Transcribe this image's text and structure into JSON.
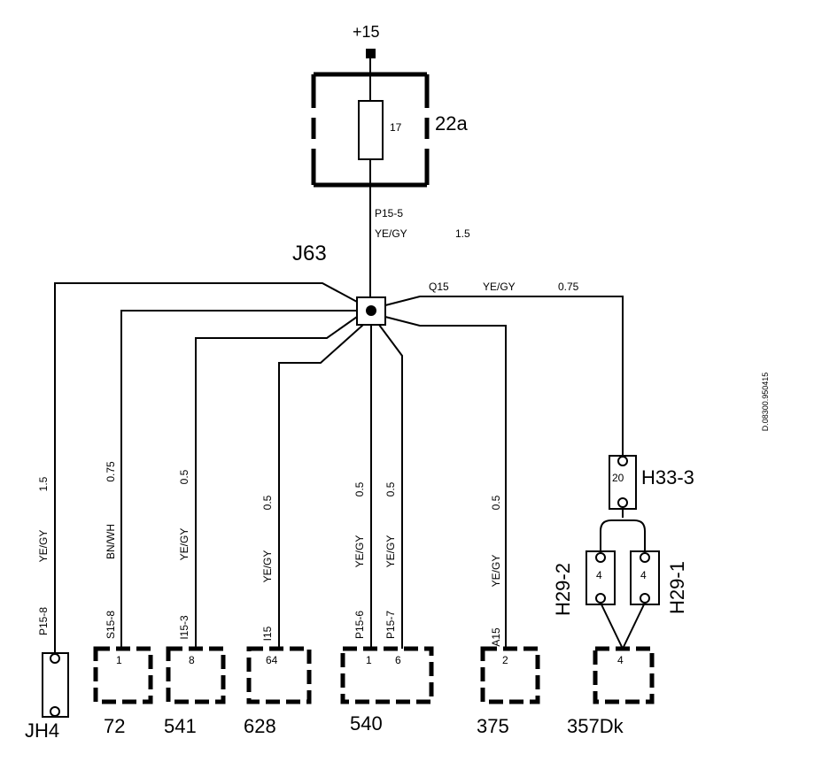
{
  "power": {
    "label": "+15"
  },
  "fuse": {
    "number": "17",
    "box_label": "22a"
  },
  "feed_wire": {
    "pin": "P15-5",
    "color": "YE/GY",
    "size": "1.5"
  },
  "junction": {
    "label": "J63"
  },
  "h33_wire": {
    "pin": "Q15",
    "color": "YE/GY",
    "size": "0.75"
  },
  "branches": [
    {
      "size": "1.5",
      "color": "YE/GY",
      "pin": "P15-8"
    },
    {
      "size": "0.75",
      "color": "BN/WH",
      "pin": "S15-8"
    },
    {
      "size": "0.5",
      "color": "YE/GY",
      "pin": "I15-3"
    },
    {
      "size": "0.5",
      "color": "YE/GY",
      "pin": "I15"
    },
    {
      "size": "0.5",
      "color": "YE/GY",
      "pin": "P15-6"
    },
    {
      "size": "0.5",
      "color": "YE/GY",
      "pin": "P15-7"
    },
    {
      "size": "0.5",
      "color": "YE/GY",
      "pin": "A15"
    }
  ],
  "connectors": {
    "jh4": {
      "name": "JH4"
    },
    "c72": {
      "name": "72",
      "pin": "1"
    },
    "c541": {
      "name": "541",
      "pin": "8"
    },
    "c628": {
      "name": "628",
      "pin": "64"
    },
    "c540": {
      "name": "540",
      "pin_a": "1",
      "pin_b": "6"
    },
    "c375": {
      "name": "375",
      "pin": "2"
    },
    "c357": {
      "name": "357Dk",
      "pin": "4"
    }
  },
  "h33": {
    "name": "H33-3",
    "pin": "20"
  },
  "h29_2": {
    "name": "H29-2",
    "pin": "4"
  },
  "h29_1": {
    "name": "H29-1",
    "pin": "4"
  },
  "doc_id": "D.08300.950415"
}
